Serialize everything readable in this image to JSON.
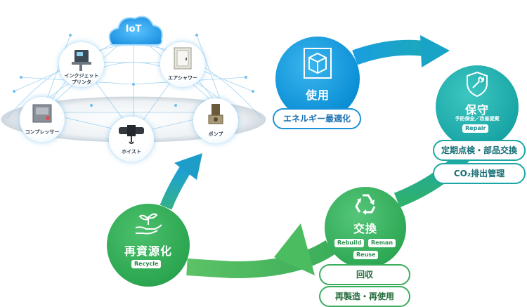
{
  "iot": {
    "title": "IoT",
    "devices": [
      {
        "label_line1": "インクジェット",
        "label_line2": "プリンタ",
        "icon": "inkjet-printer-icon"
      },
      {
        "label_line1": "エアシャワー",
        "label_line2": "",
        "icon": "air-shower-icon"
      },
      {
        "label_line1": "コンプレッサー",
        "label_line2": "",
        "icon": "compressor-icon"
      },
      {
        "label_line1": "ホイスト",
        "label_line2": "",
        "icon": "hoist-icon"
      },
      {
        "label_line1": "ポンプ",
        "label_line2": "",
        "icon": "pump-icon"
      }
    ]
  },
  "stages": {
    "use": {
      "title": "使用",
      "detail": "エネルギー最適化",
      "icon": "cube-icon",
      "color": "#0c8fd6"
    },
    "maintenance": {
      "title": "保守",
      "subtitle": "予防保全／改善提案",
      "tag": "Repair",
      "details": [
        "定期点検・部品交換",
        "CO₂排出管理"
      ],
      "icon": "shield-wrench-icon",
      "color": "#1aa6a6"
    },
    "exchange": {
      "title": "交換",
      "tags": [
        "Rebuild",
        "Reman",
        "Reuse"
      ],
      "details": [
        "回収",
        "再製造・再使用"
      ],
      "icon": "recycle-arrows-icon",
      "color": "#2fa955"
    },
    "recycle": {
      "title": "再資源化",
      "tag": "Recycle",
      "icon": "hand-sprout-icon",
      "color": "#2ca650"
    }
  }
}
